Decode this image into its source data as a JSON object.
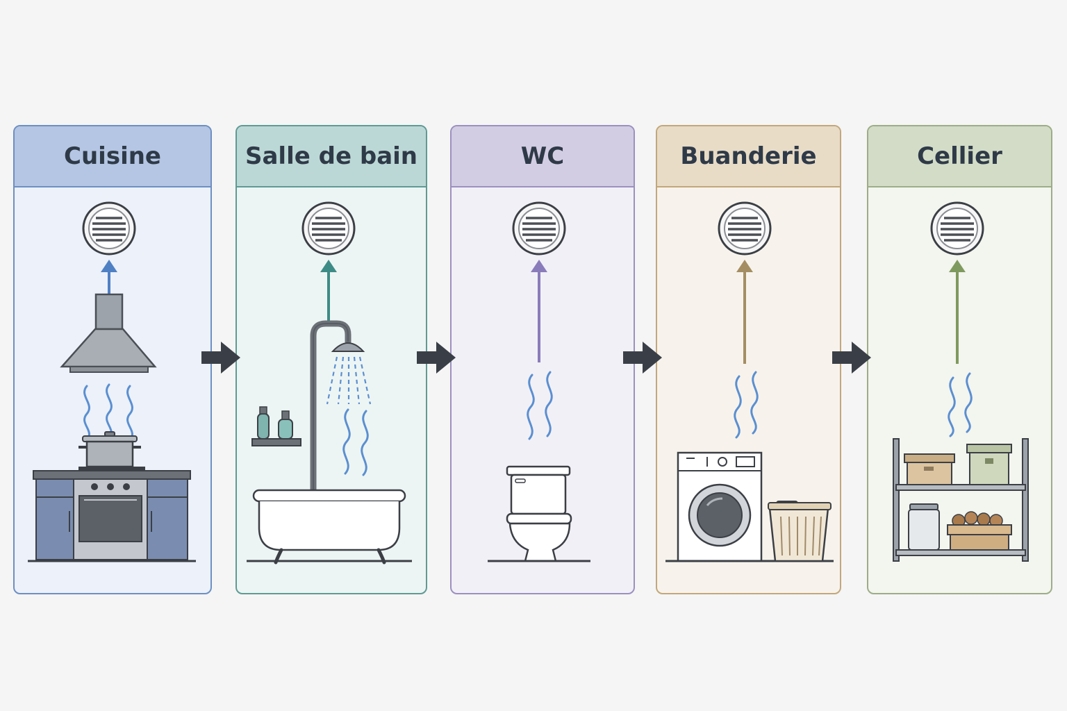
{
  "rooms": [
    {
      "label": "Cuisine",
      "accent": "#4f80c4",
      "border": "#6d8fc2",
      "header_bg": "#b4c6e3",
      "body_bg": "#ecf1fa"
    },
    {
      "label": "Salle de bain",
      "accent": "#3d8b86",
      "border": "#5f9a94",
      "header_bg": "#bcd8d6",
      "body_bg": "#edf5f4"
    },
    {
      "label": "WC",
      "accent": "#8a7cba",
      "border": "#9b90bf",
      "header_bg": "#d3cde4",
      "body_bg": "#f2f0f7"
    },
    {
      "label": "Buanderie",
      "accent": "#a58d63",
      "border": "#c2a77c",
      "header_bg": "#e8dcc7",
      "body_bg": "#f7f3ec"
    },
    {
      "label": "Cellier",
      "accent": "#7f9a5e",
      "border": "#9cad87",
      "header_bg": "#d3dcc7",
      "body_bg": "#f3f5ef"
    }
  ],
  "flow_arrow_color": "#3a3f47"
}
